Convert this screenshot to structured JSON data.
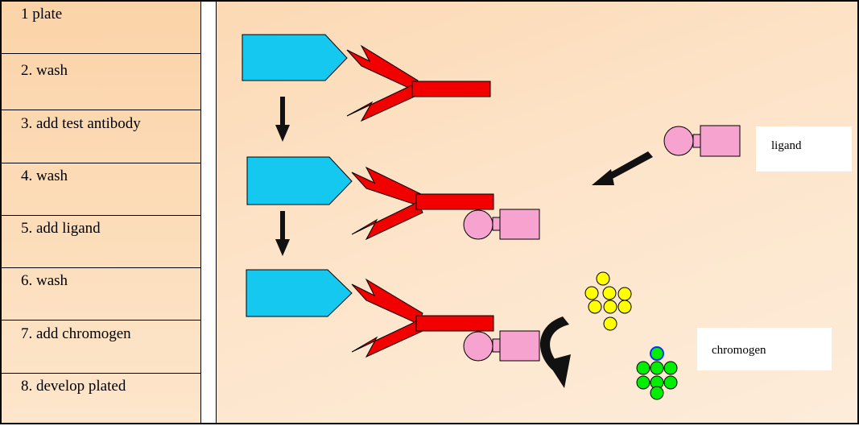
{
  "steps": [
    {
      "label": "1 plate"
    },
    {
      "label": "2. wash"
    },
    {
      "label": "3. add test antibody"
    },
    {
      "label": "4. wash"
    },
    {
      "label": "5. add ligand"
    },
    {
      "label": "6. wash"
    },
    {
      "label": "7. add chromogen"
    },
    {
      "label": "8. develop plated"
    }
  ],
  "diagram": {
    "ligand_label": "ligand",
    "chromogen_label": "chromogen"
  },
  "colors": {
    "plate": "#14c8f0",
    "antibody": "#f20000",
    "ligand": "#f6a3cf",
    "chromogen_yellow": "#ffff00",
    "chromogen_green": "#00ee00",
    "chromogen_blue": "#0033ff",
    "background_peach": "#fcd9b4"
  }
}
